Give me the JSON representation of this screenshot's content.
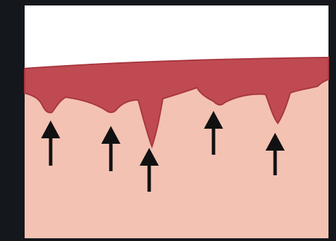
{
  "colors": {
    "frame": "#14171c",
    "upper_region": "#ffffff",
    "lower_region": "#f3c2b3",
    "band": "#c04a52",
    "band_edge": "#a8363f",
    "arrow": "#111111"
  },
  "regions": [
    "upper-region",
    "dark-red-band",
    "lower-region"
  ],
  "projections": 5,
  "arrows": 5,
  "arrow_direction": "up"
}
